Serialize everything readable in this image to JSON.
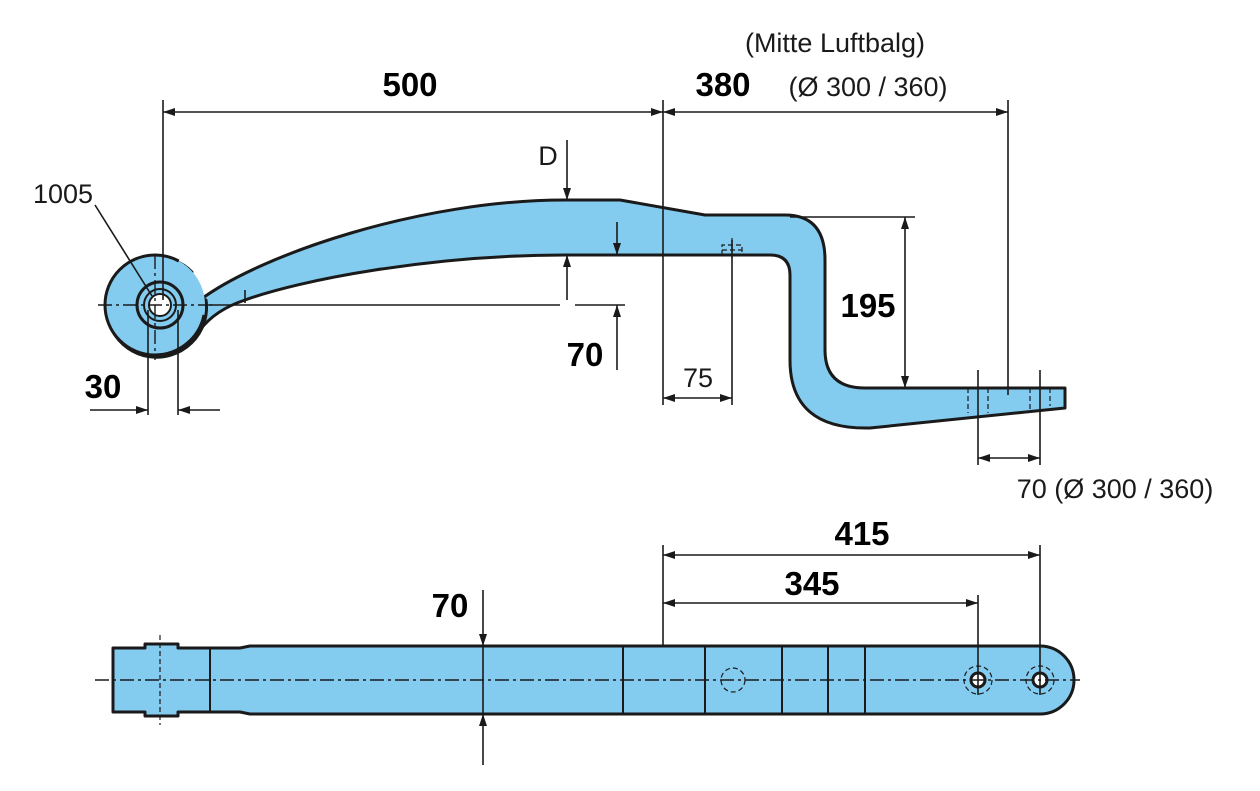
{
  "colors": {
    "part_fill": "#84cbf0",
    "line": "#1a1a1a"
  },
  "side_view": {
    "mitte_label": "(Mitte Luftbalg)",
    "dim_500": "500",
    "dim_380": "380",
    "dim_380_note": "(Ø 300 / 360)",
    "dim_D": "D",
    "eye_ref": "1005",
    "dim_195": "195",
    "dim_70": "70",
    "dim_75": "75",
    "dim_30": "30",
    "dim_70_note": "70 (Ø 300 / 360)"
  },
  "top_view": {
    "dim_415": "415",
    "dim_345": "345",
    "dim_70": "70"
  }
}
